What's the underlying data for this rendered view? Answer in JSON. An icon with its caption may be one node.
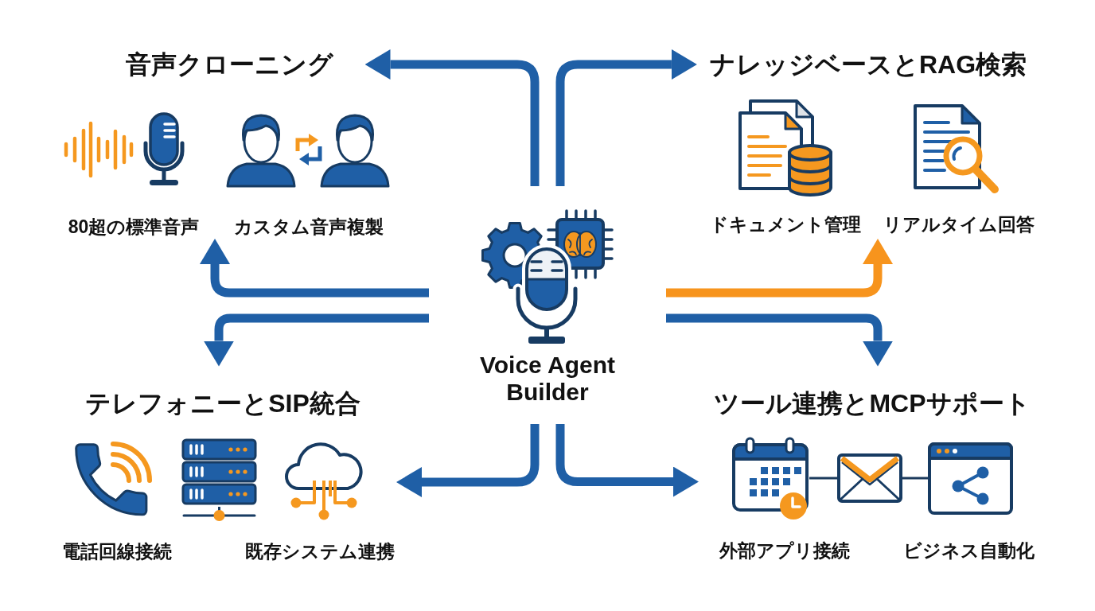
{
  "diagram": {
    "nodes": [
      {
        "text": [
          "音声クローニング"
        ]
      },
      {
        "text": [],
        "shape": "picture",
        "beside": [
          "80超の標準音声"
        ]
      },
      {
        "text": [],
        "shape": "picture",
        "beside": [
          "カスタム音声複製"
        ]
      },
      {
        "text": [
          "ナレッジベースとRAG検索"
        ]
      },
      {
        "text": [],
        "shape": "picture",
        "beside": [
          "ドキュメント管理"
        ]
      },
      {
        "text": [],
        "shape": "picture",
        "beside": [
          "リアルタイム回答"
        ]
      },
      {
        "text": [
          "Voice Agent Builder"
        ]
      },
      {
        "text": [
          "テレフォニーとSIP統合"
        ]
      },
      {
        "text": [],
        "shape": "picture",
        "beside": [
          "電話回線接続"
        ]
      },
      {
        "text": [],
        "shape": "picture"
      },
      {
        "text": [],
        "shape": "picture",
        "beside": [
          "既存システム連携"
        ]
      },
      {
        "text": [
          "ツール連携とMCPサポート"
        ]
      },
      {
        "text": [],
        "shape": "picture",
        "beside": [
          "外部アプリ接続"
        ]
      },
      {
        "text": [],
        "shape": "picture"
      },
      {
        "text": [],
        "shape": "picture",
        "beside": [
          "ビジネス自動化"
        ]
      }
    ],
    "edges": [
      {
        "from": 6,
        "to": 0,
        "arrow": "to"
      },
      {
        "from": 6,
        "to": 3,
        "arrow": "to"
      },
      {
        "from": 6,
        "to": 1,
        "arrow": "to"
      },
      {
        "from": 6,
        "to": 7,
        "arrow": "to"
      },
      {
        "from": 6,
        "to": 4,
        "arrow": "to",
        "color": "#f7941d"
      },
      {
        "from": 6,
        "to": 11,
        "arrow": "to"
      },
      {
        "from": 6,
        "to": 10,
        "arrow": "to"
      },
      {
        "from": 6,
        "to": 12,
        "arrow": "to"
      },
      {
        "from": 12,
        "to": 13,
        "arrow": "none",
        "color": "#1b3a5c"
      },
      {
        "from": 13,
        "to": 14,
        "arrow": "none",
        "color": "#1b3a5c"
      }
    ]
  }
}
